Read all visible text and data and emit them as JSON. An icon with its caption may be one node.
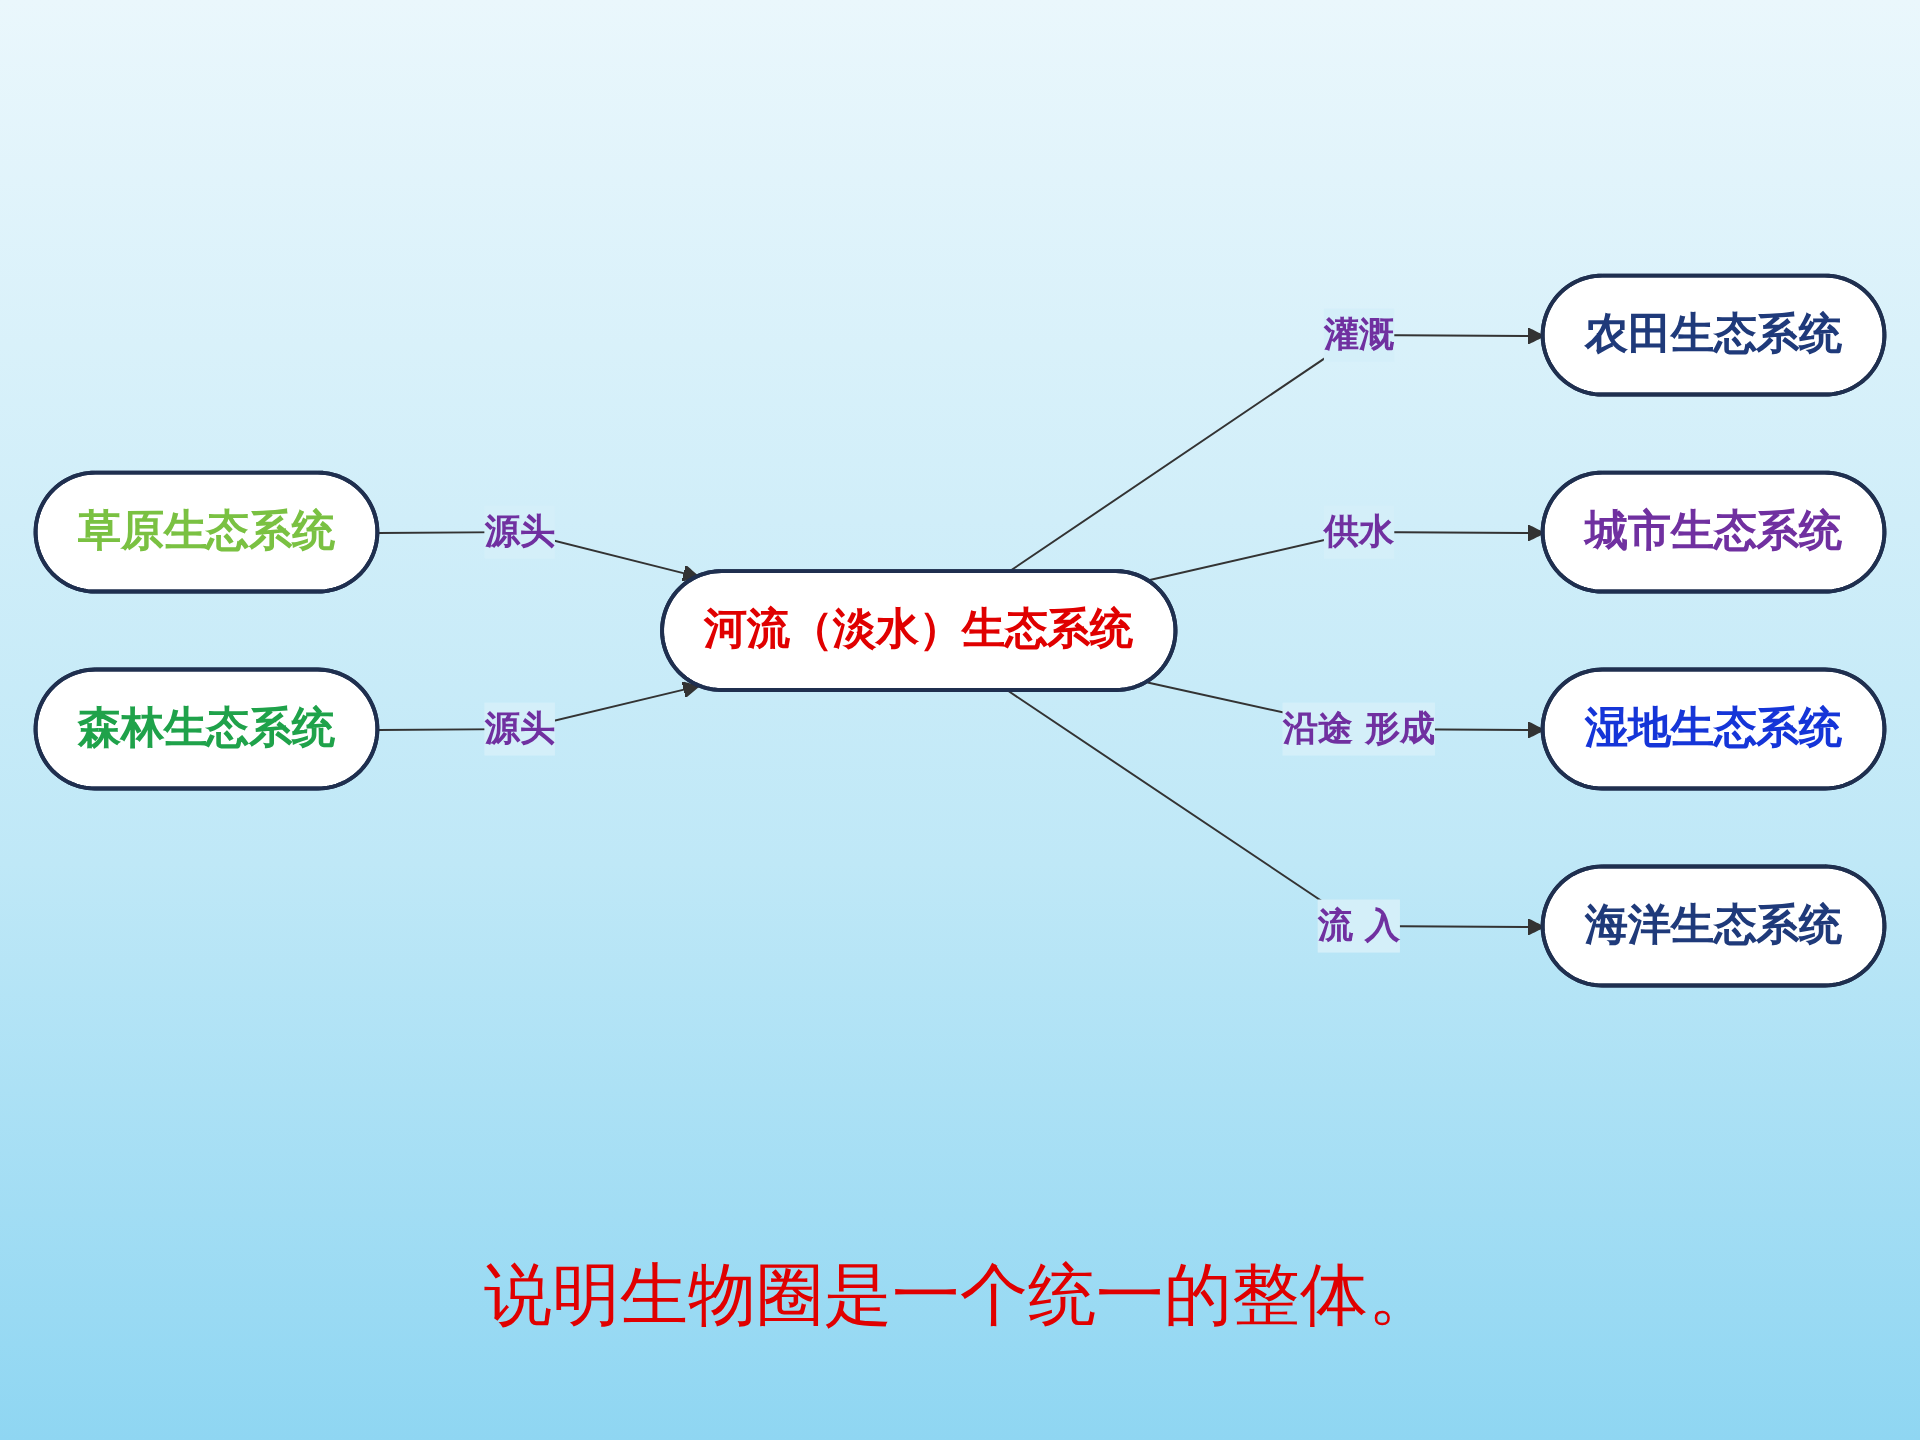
{
  "diagram": {
    "caption": "说明生物圈是一个统一的整体。",
    "nodes": [
      {
        "text": [
          "草原生态系统"
        ]
      },
      {
        "text": [
          "森林生态系统"
        ]
      },
      {
        "text": [
          "农田生态系统"
        ]
      },
      {
        "text": [
          "河流（淡水）生态系统"
        ]
      },
      {
        "text": [
          "城市生态系统"
        ]
      },
      {
        "text": [
          "湿地生态系统"
        ]
      },
      {
        "text": [
          "海洋生态系统"
        ]
      }
    ],
    "edges": [
      {
        "from": 0,
        "to": 3,
        "arrow": "to",
        "label": "源头"
      },
      {
        "from": 1,
        "to": 3,
        "arrow": "to",
        "label": "源头"
      },
      {
        "from": 3,
        "to": 2,
        "arrow": "to",
        "label": "灌溉"
      },
      {
        "from": 3,
        "to": 4,
        "arrow": "to",
        "label": "供水"
      },
      {
        "from": 3,
        "to": 5,
        "arrow": "to",
        "label": "沿途 形成"
      },
      {
        "from": 3,
        "to": 6,
        "arrow": "to",
        "label": "流 入"
      }
    ]
  }
}
